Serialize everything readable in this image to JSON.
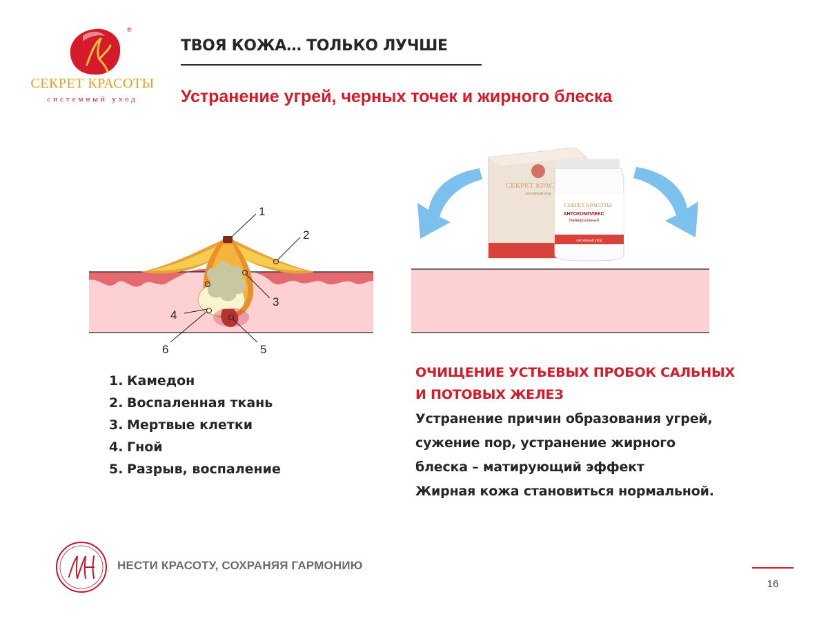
{
  "brand": {
    "name": "СЕКРЕТ КРАСОТЫ",
    "tagline": "системный уход",
    "logo_icon": "brand-petal-k-logo",
    "registered_mark": "®"
  },
  "header": {
    "title": "ТВОЯ КОЖА… ТОЛЬКО ЛУЧШЕ",
    "subtitle": "Устранение угрей, черных точек и жирного блеска"
  },
  "diagram": {
    "labels": [
      "1",
      "2",
      "3",
      "4",
      "5",
      "6"
    ]
  },
  "legend": {
    "items": [
      {
        "num": "1.",
        "text": "Камедон"
      },
      {
        "num": "2.",
        "text": "Воспаленная ткань"
      },
      {
        "num": "3.",
        "text": "Мертвые клетки"
      },
      {
        "num": "4.",
        "text": "Гной"
      },
      {
        "num": "5.",
        "text": "Разрыв, воспаление"
      }
    ]
  },
  "benefit": {
    "heading_lines": [
      "ОЧИЩЕНИЕ УСТЬЕВЫХ ПРОБОК САЛЬНЫХ",
      "И ПОТОВЫХ ЖЕЛЕЗ"
    ],
    "body_lines": [
      "Устранение причин образования угрей,",
      "сужение пор, устранение жирного",
      "блеска – матирующий эффект",
      "Жирная кожа становиться нормальной."
    ]
  },
  "product": {
    "box_brand": "СЕКРЕТ КРАСОТЫ",
    "box_tagline": "системный уход",
    "jar_brand": "СЕКРЕТ КРАСОТЫ",
    "jar_name": "АНТОКОМПЛЕКС",
    "jar_variant": "Универсальный",
    "jar_tagline": "системный уход"
  },
  "footer": {
    "slogan": "НЕСТИ КРАСОТУ, СОХРАНЯЯ ГАРМОНИЮ",
    "logo_icon": "monogram-circle-logo",
    "page_number": "16"
  },
  "colors": {
    "accent_red": "#d51b2a",
    "brand_gold": "#e0a020",
    "skin_pink": "#fdd0d3",
    "inflamed_red": "#e46a70",
    "arrow_blue": "#7cc0ee",
    "text_dark": "#262626"
  }
}
